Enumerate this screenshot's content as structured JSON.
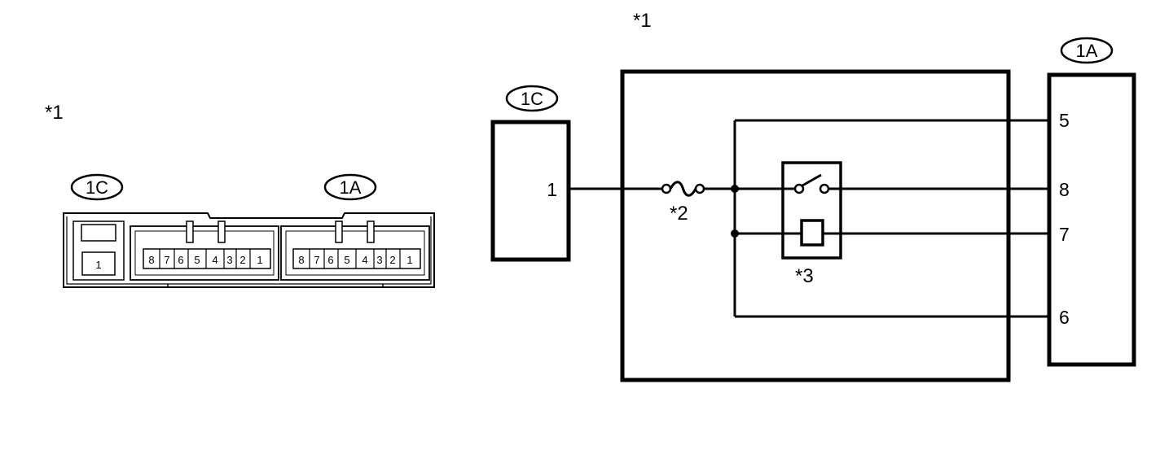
{
  "connector_view": {
    "ref_label": "*1",
    "connector_left_label": "1C",
    "connector_right_label": "1A",
    "c1_pin": "1",
    "a_block_1_pins": [
      "8",
      "7",
      "6",
      "5",
      "4",
      "3",
      "2",
      "1"
    ],
    "a_block_2_pins": [
      "8",
      "7",
      "6",
      "5",
      "4",
      "3",
      "2",
      "1"
    ]
  },
  "schematic": {
    "ref_label": "*1",
    "left_connector_label": "1C",
    "right_connector_label": "1A",
    "left_pin": "1",
    "right_pins": [
      "5",
      "8",
      "7",
      "6"
    ],
    "fuse_label": "*2",
    "relay_label": "*3"
  }
}
